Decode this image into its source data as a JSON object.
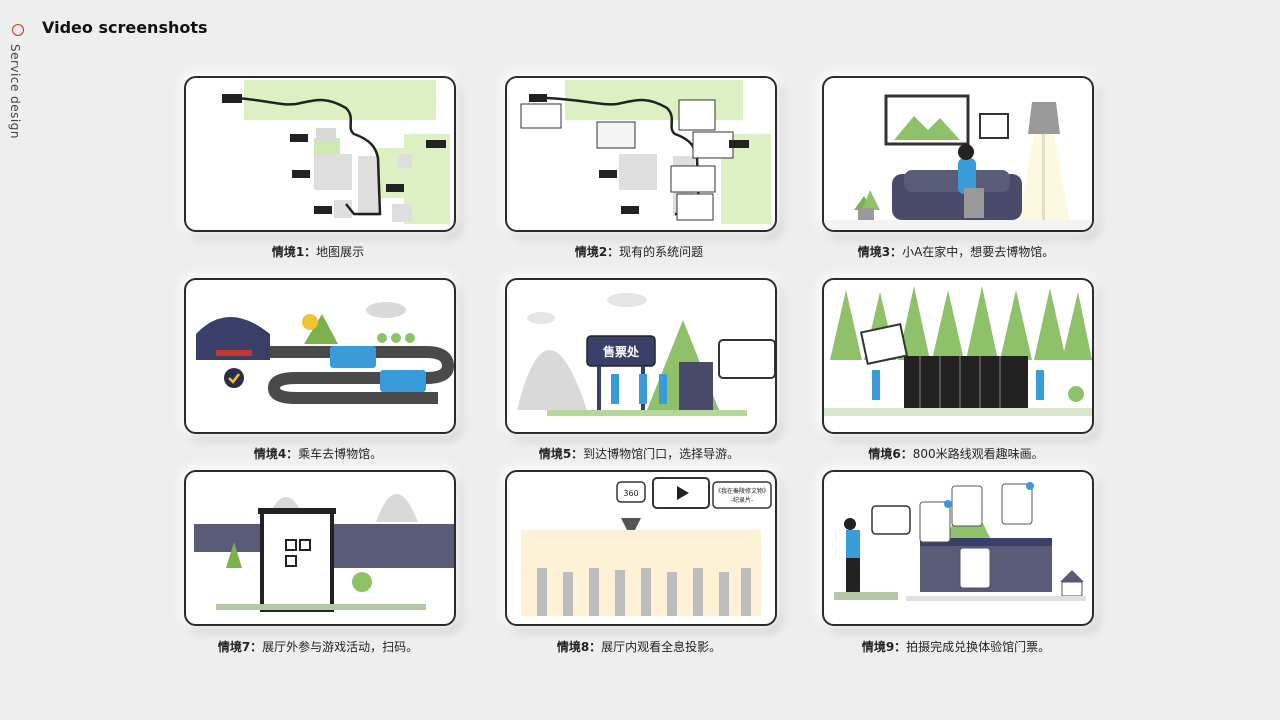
{
  "header": {
    "title": "Video screenshots",
    "side_label": "Service design"
  },
  "scenes": [
    {
      "num": "情境1：",
      "text": "地图展示"
    },
    {
      "num": "情境2：",
      "text": "现有的系统问题"
    },
    {
      "num": "情境3：",
      "text": "小A在家中，想要去博物馆。"
    },
    {
      "num": "情境4：",
      "text": "乘车去博物馆。"
    },
    {
      "num": "情境5：",
      "text": "到达博物馆门口，选择导游。"
    },
    {
      "num": "情境6：",
      "text": "800米路线观看趣味画。"
    },
    {
      "num": "情境7：",
      "text": "展厅外参与游戏活动，扫码。"
    },
    {
      "num": "情境8：",
      "text": "展厅内观看全息投影。"
    },
    {
      "num": "情境9：",
      "text": "拍摄完成兑换体验馆门票。"
    }
  ],
  "labels": {
    "ticket_office": "售票处",
    "vr_360": "360",
    "doc_title": "《我在秦陵修文物》",
    "doc_sub": "-纪录片-"
  },
  "colors": {
    "accent": "#c0392b",
    "green": "#7cb24a",
    "blue": "#3a9bd9",
    "slate": "#5a5b78"
  }
}
